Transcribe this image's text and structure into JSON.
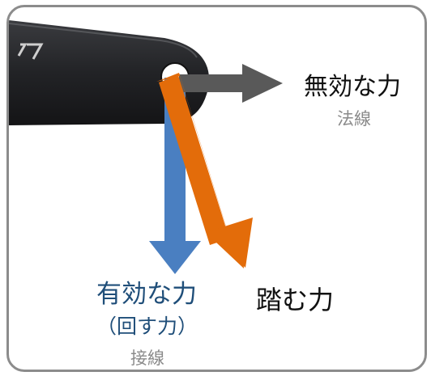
{
  "labels": {
    "ineffective_force": "無効な力",
    "normal": "法線",
    "effective_force": "有効な力",
    "turning_force": "（回す力）",
    "tangent": "接線",
    "pedal_force": "踏む力"
  },
  "colors": {
    "frame_border": "#8c8c8c",
    "crank_arm": "#222326",
    "effective_arrow": "#4a7fc1",
    "pedal_arrow": "#e36c0a",
    "ineffective_arrow": "#595959",
    "effective_text": "#1f4e79",
    "caption_text": "#8a8a8a"
  }
}
